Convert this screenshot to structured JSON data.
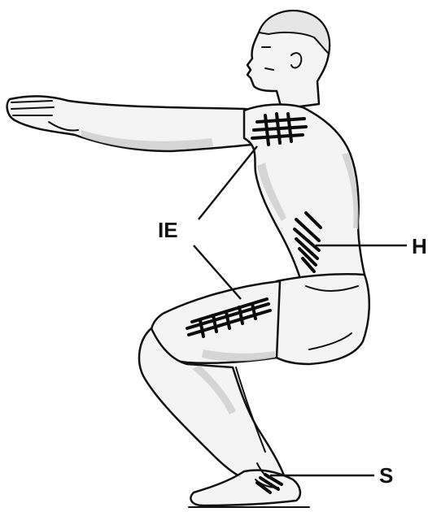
{
  "labels": {
    "ie": "IE",
    "h": "H",
    "s": "S"
  },
  "colors": {
    "ink": "#111111",
    "background": "#ffffff",
    "shading": "#cfcfcf"
  }
}
